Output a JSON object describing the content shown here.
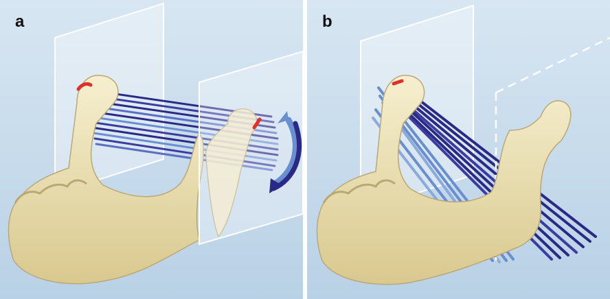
{
  "figure": {
    "panels": [
      {
        "label": "a",
        "scene": "mandible-with-condyle-rotated-fibers-parallel"
      },
      {
        "label": "b",
        "scene": "mandible-with-fibers-diverging-through-dashed-plane"
      }
    ]
  },
  "colors": {
    "background": "#c8dcec",
    "bone": "#efe4b6",
    "bone_shadow": "#b9a874",
    "fiber_dark": "#2a2a86",
    "fiber_light": "#6a8fd0",
    "attachment": "#e0302a",
    "plane": "#ffffff"
  }
}
